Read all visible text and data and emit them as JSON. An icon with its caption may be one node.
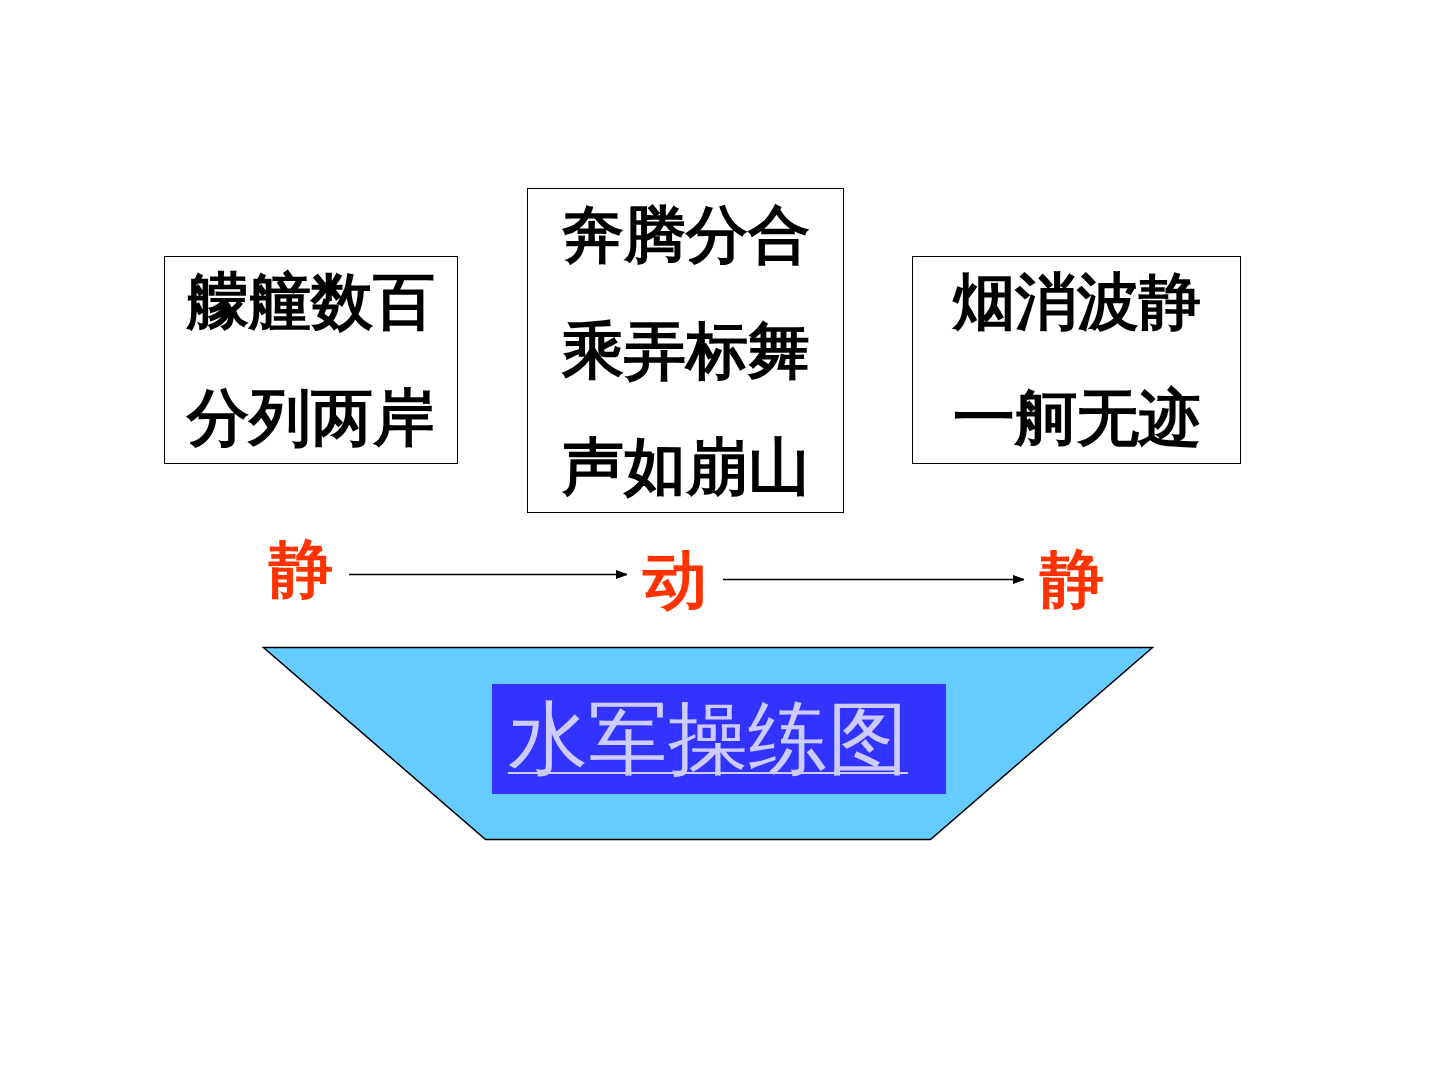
{
  "diagram": {
    "nodes": [
      {
        "text": [
          "艨艟数百",
          "分列两岸"
        ]
      },
      {
        "text": [
          "奔腾分合",
          "乘弄标舞",
          "声如崩山"
        ]
      },
      {
        "text": [
          "烟消波静",
          "一舸无迹"
        ]
      },
      {
        "text": [
          "静"
        ]
      },
      {
        "text": [
          "动"
        ]
      },
      {
        "text": [
          "静"
        ]
      },
      {
        "text": [],
        "shape": "trapezoid"
      },
      {
        "text": [
          "水军操练图"
        ],
        "in": 6
      }
    ],
    "edges": [
      {
        "from": 3,
        "to": 4,
        "arrow": "to"
      },
      {
        "from": 4,
        "to": 5,
        "arrow": "to"
      }
    ]
  }
}
